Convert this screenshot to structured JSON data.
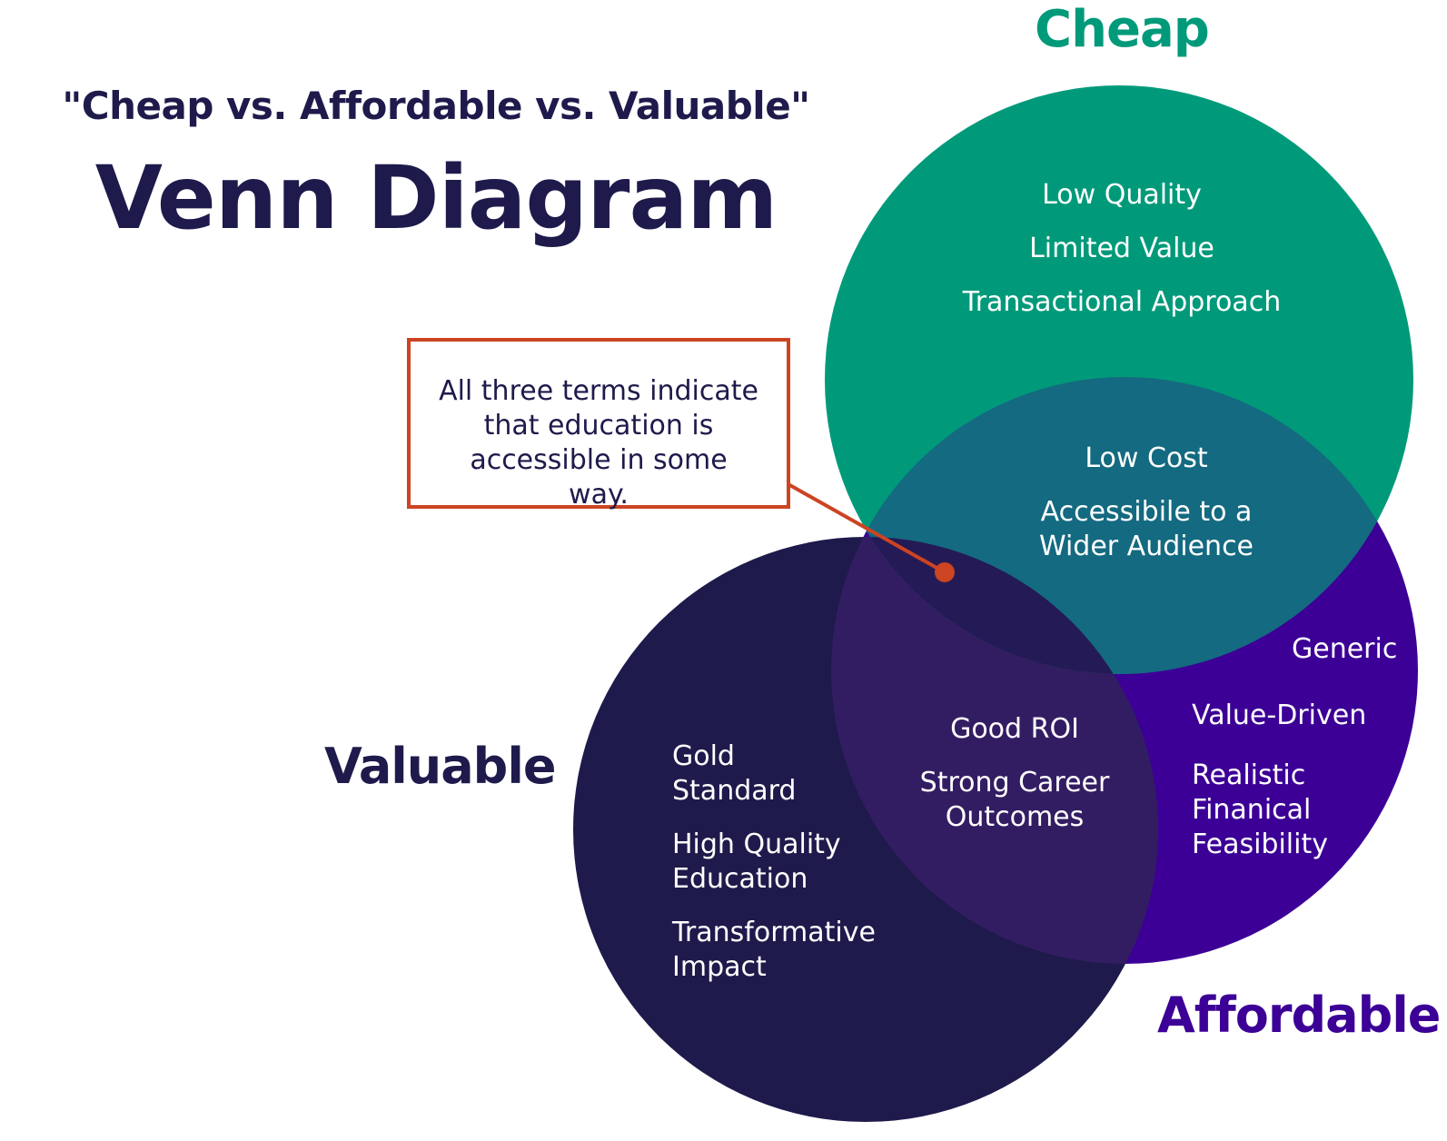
{
  "header": {
    "subtitle": "\"Cheap vs. Affordable vs. Valuable\"",
    "title": "Venn Diagram"
  },
  "sets": {
    "cheap": {
      "label": "Cheap",
      "color": "#009a7a"
    },
    "valuable": {
      "label": "Valuable",
      "color": "#1e1a4b"
    },
    "affordable": {
      "label": "Affordable",
      "color": "#3c0096"
    }
  },
  "regions": {
    "cheap_only": [
      "Low Quality",
      "Limited Value",
      "Transactional Approach"
    ],
    "cheap_affordable": [
      "Low Cost",
      "Accessibile to a Wider Audience"
    ],
    "affordable_only": [
      "Generic",
      "Value-Driven",
      "Realistic Finanical Feasibility"
    ],
    "valuable_affordable": [
      "Good ROI",
      "Strong Career Outcomes"
    ],
    "valuable_only": [
      "Gold Standard",
      "High Quality Education",
      "Transformative Impact"
    ]
  },
  "callout": {
    "text": "All three terms indicate that education is accessible in  some way.",
    "color": "#cc4422"
  },
  "overlap_colors": {
    "cheap_affordable": "#146a80",
    "valuable_affordable": "#331d62",
    "all_three": "#241a55"
  }
}
